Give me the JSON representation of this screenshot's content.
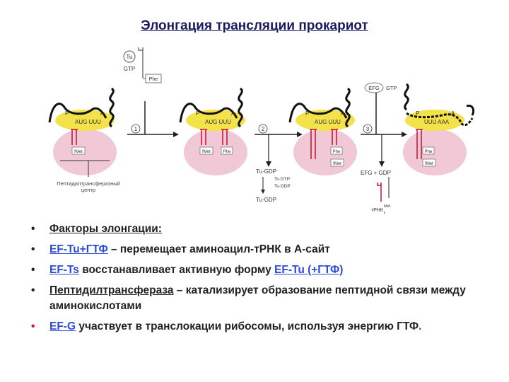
{
  "title": "Элонгация трансляции прокариот",
  "diagram": {
    "tu_label": "Tu",
    "gtp_label": "GTP",
    "phe_label": "Phe",
    "p_site": "P",
    "a_site": "A",
    "codons_stage1": "AUG UUU",
    "codons_stage2": "AUG UUU",
    "codons_stage3": "AUG UUU",
    "codons_stage4": "UUU AAA",
    "fmet_label": "fMet",
    "step1": "1",
    "step2": "2",
    "step3": "3",
    "peptidyl_center_line1": "Пептидилтрансферазный",
    "peptidyl_center_line2": "центр",
    "tu_gdp": "Tu·GDP",
    "ts_gtp": "Ts·GTP",
    "ts_gdp": "Ts·GDP",
    "tu_gdp_bottom": "Tu·GDP",
    "efg_label": "EFG",
    "efg_gtp": "GTP",
    "efg_gdp": "EFG + GDP",
    "trna_met": "тРНК",
    "trna_met_sup": "Met",
    "trna_met_sub": "f"
  },
  "bullets": {
    "b1": "Факторы элонгации:",
    "b2_term": "EF-Tu+ГТФ",
    "b2_rest": " – перемещает аминоацил-тРНК в А-сайт",
    "b3_term": "EF-Ts",
    "b3_mid": " восстанавливает активную форму ",
    "b3_term2": "EF-Tu (+ГТФ)",
    "b4_term": "Пептидилтрансфераза",
    "b4_rest": " – катализирует образование пептидной связи между аминокислотами",
    "b5_term": "EF-G",
    "b5_rest": " участвует в транслокации рибосомы, используя энергию ГТФ",
    "b5_end": "."
  },
  "colors": {
    "title": "#1a1a5e",
    "ribosome_large": "#f0c8d6",
    "ribosome_small": "#f3e24a",
    "trna": "#c8102e",
    "term_blue": "#2a4bd7",
    "term_red": "#d71a1a"
  }
}
